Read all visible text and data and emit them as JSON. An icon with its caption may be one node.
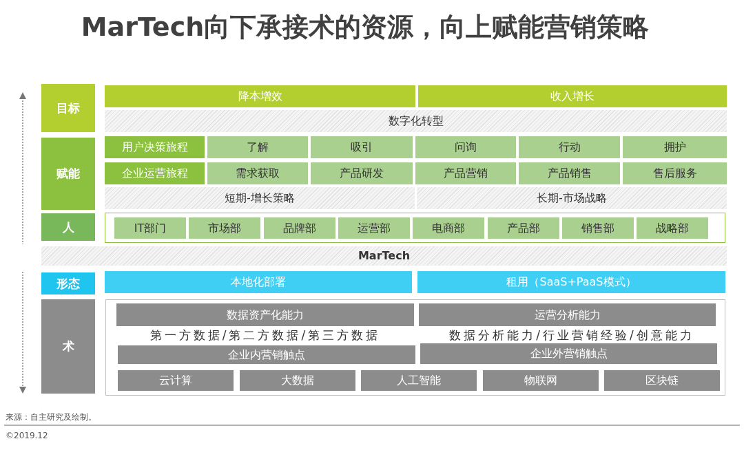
{
  "diagram": {
    "title": "MarTech向下承接术的资源，向上赋能营销策略",
    "nodes": [
      {
        "text": [
          "目标"
        ]
      },
      {
        "text": [
          "降本增效"
        ]
      },
      {
        "text": [
          "收入增长"
        ]
      },
      {
        "text": [
          "数字化转型"
        ]
      },
      {
        "text": [
          "赋能"
        ]
      },
      {
        "text": [
          "用户决策旅程"
        ]
      },
      {
        "text": [
          "了解"
        ]
      },
      {
        "text": [
          "吸引"
        ]
      },
      {
        "text": [
          "问询"
        ]
      },
      {
        "text": [
          "行动"
        ]
      },
      {
        "text": [
          "拥护"
        ]
      },
      {
        "text": [
          "企业运营旅程"
        ]
      },
      {
        "text": [
          "需求获取"
        ]
      },
      {
        "text": [
          "产品研发"
        ]
      },
      {
        "text": [
          "产品营销"
        ]
      },
      {
        "text": [
          "产品销售"
        ]
      },
      {
        "text": [
          "售后服务"
        ]
      },
      {
        "text": [
          "短期-增长策略"
        ]
      },
      {
        "text": [
          "长期-市场战略"
        ]
      },
      {
        "text": [
          "人"
        ]
      },
      {
        "text": [],
        "shape": "box"
      },
      {
        "text": [
          "IT部门"
        ],
        "in": 20
      },
      {
        "text": [
          "市场部"
        ],
        "in": 20
      },
      {
        "text": [
          "品牌部"
        ],
        "in": 20
      },
      {
        "text": [
          "运营部"
        ],
        "in": 20
      },
      {
        "text": [
          "电商部"
        ],
        "in": 20
      },
      {
        "text": [
          "产品部"
        ],
        "in": 20
      },
      {
        "text": [
          "销售部"
        ],
        "in": 20
      },
      {
        "text": [
          "战略部"
        ],
        "in": 20
      },
      {
        "text": [
          "MarTech"
        ]
      },
      {
        "text": [
          "形态"
        ]
      },
      {
        "text": [
          "本地化部署"
        ]
      },
      {
        "text": [
          "租用（SaaS+PaaS模式）"
        ]
      },
      {
        "text": [
          "术"
        ]
      },
      {
        "text": [],
        "shape": "box"
      },
      {
        "text": [
          "数据资产化能力"
        ],
        "in": 34
      },
      {
        "text": [
          "运营分析能力"
        ],
        "in": 34
      },
      {
        "text": [
          "企业内营销触点"
        ],
        "in": 34
      },
      {
        "text": [
          "企业外营销触点"
        ],
        "in": 34
      },
      {
        "text": [
          "云计算"
        ],
        "in": 34
      },
      {
        "text": [
          "大数据"
        ],
        "in": 34
      },
      {
        "text": [
          "人工智能"
        ],
        "in": 34
      },
      {
        "text": [
          "物联网"
        ],
        "in": 34
      },
      {
        "text": [
          "区块链"
        ],
        "in": 34
      }
    ],
    "edges": [],
    "labels": [
      "第一方数据/第二方数据/第三方数据",
      "数据分析能力/行业营销经验/创意能力",
      "来源：自主研究及绘制。",
      "©2019.12"
    ]
  }
}
